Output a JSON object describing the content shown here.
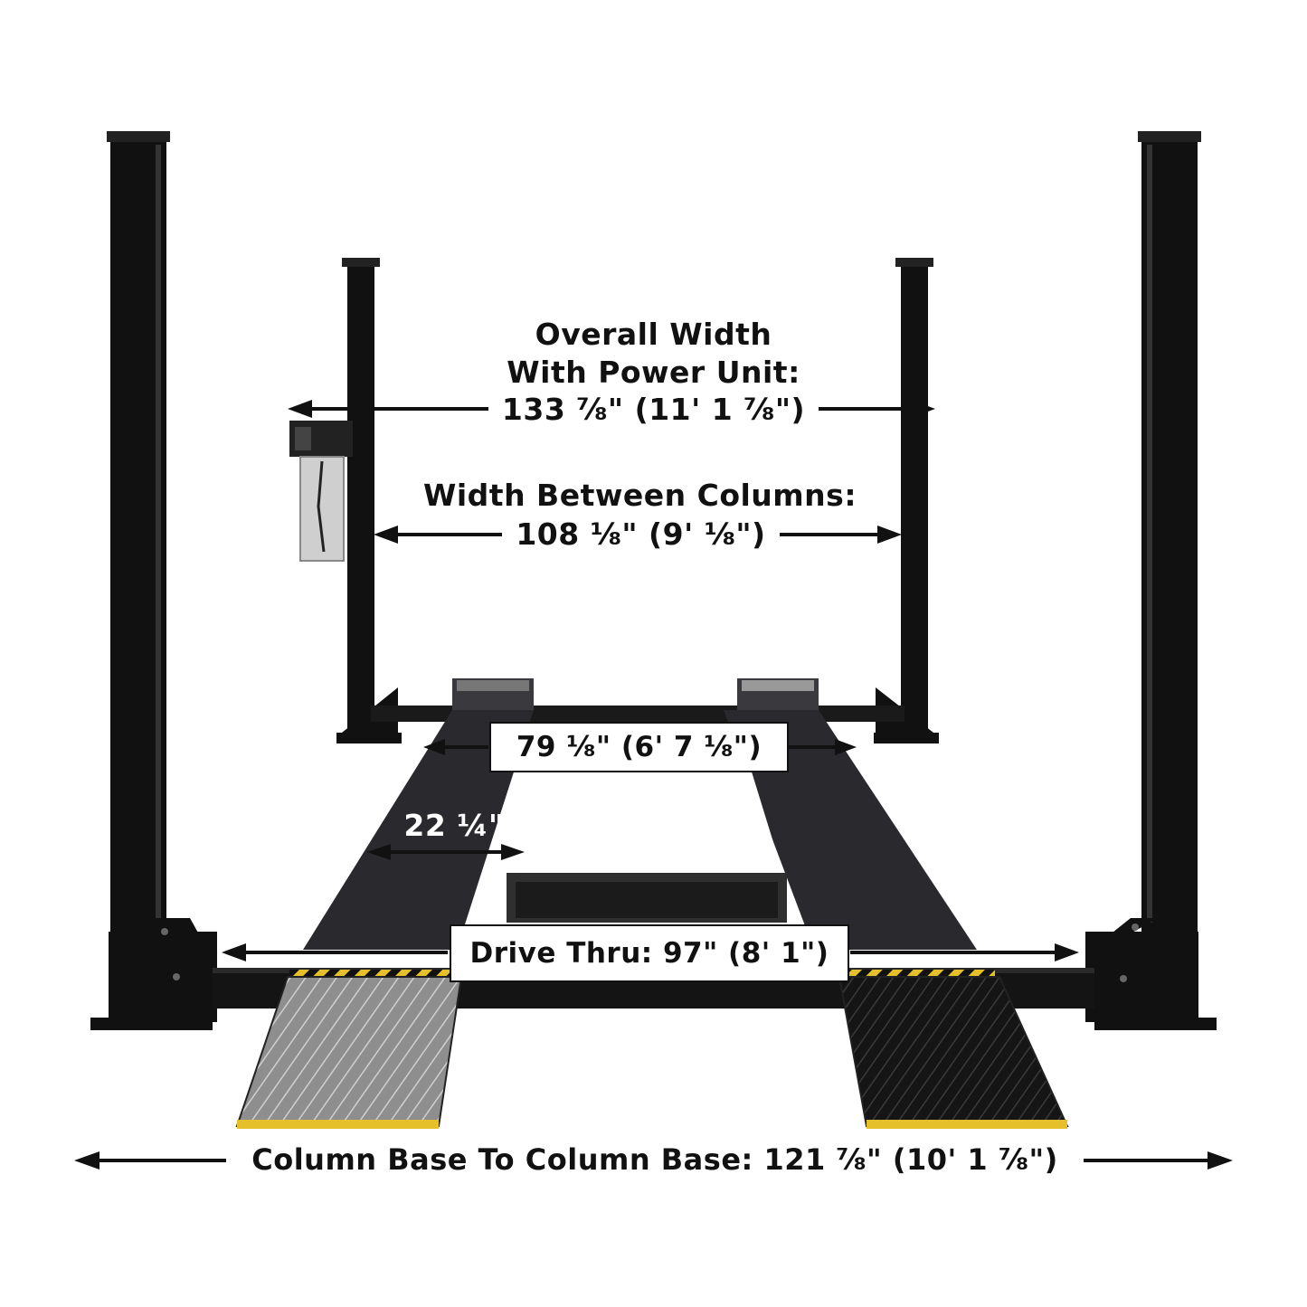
{
  "labels": {
    "overall_width_line1": "Overall Width",
    "overall_width_line2": "With Power Unit:",
    "overall_width_value": "133 ⅞\" (11' 1 ⅞\")",
    "between_columns_line1": "Width Between Columns:",
    "between_columns_value": "108 ⅛\" (9' ⅛\")",
    "runway_spacing": "79 ⅛\" (6' 7 ⅛\")",
    "runway_width": "22 ¼\"",
    "drive_thru": "Drive Thru: 97\" (8' 1\")",
    "column_base": "Column Base To Column Base: 121 ⅞\" (10' 1 ⅞\")"
  },
  "colors": {
    "steel": "#111111",
    "runway": "#2a2a2e",
    "ramp_left": "#9a9a9a",
    "ramp_right": "#1a1a1a",
    "hazard": "#e6c02a",
    "power_unit": "#cfcfcf"
  }
}
